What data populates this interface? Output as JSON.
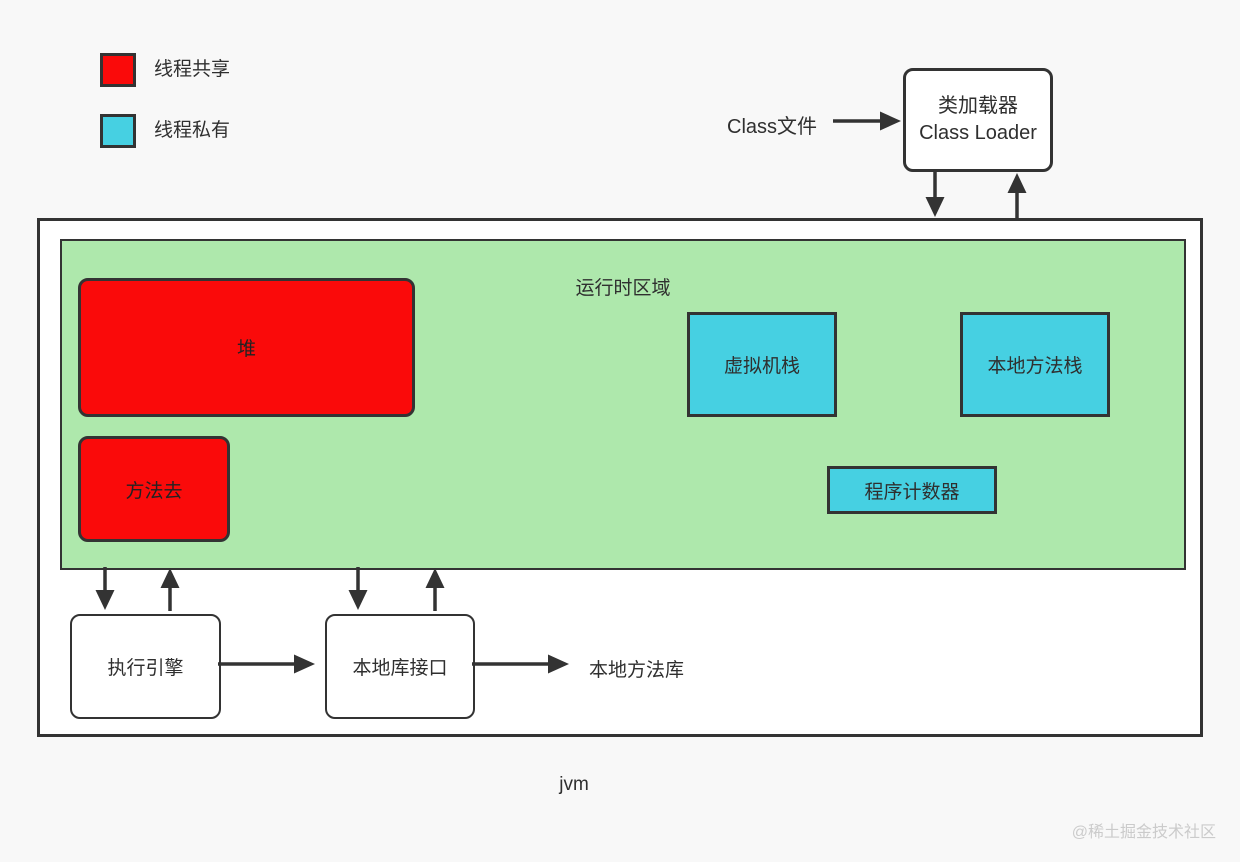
{
  "page": {
    "diagram_label": "jvm",
    "watermark": "@稀土掘金技术社区"
  },
  "colors": {
    "thread_shared_red": "#fa0a0a",
    "thread_private_cyan": "#46d0e2",
    "runtime_area_green": "#aee8ac",
    "border_dark": "#333333",
    "page_background": "#f8f8f8"
  },
  "legend": {
    "items": [
      {
        "label": "线程共享",
        "color": "#fa0a0a"
      },
      {
        "label": "线程私有",
        "color": "#46d0e2"
      }
    ]
  },
  "class_loading": {
    "source_label": "Class文件",
    "loader_line1": "类加载器",
    "loader_line2": "Class Loader"
  },
  "runtime_area": {
    "title": "运行时区域",
    "shared_regions": [
      {
        "label": "堆"
      },
      {
        "label": "方法去"
      }
    ],
    "private_regions": [
      {
        "label": "虚拟机栈"
      },
      {
        "label": "本地方法栈"
      },
      {
        "label": "程序计数器"
      }
    ]
  },
  "engine": {
    "execution_engine": "执行引擎",
    "native_interface": "本地库接口",
    "native_library": "本地方法库"
  }
}
